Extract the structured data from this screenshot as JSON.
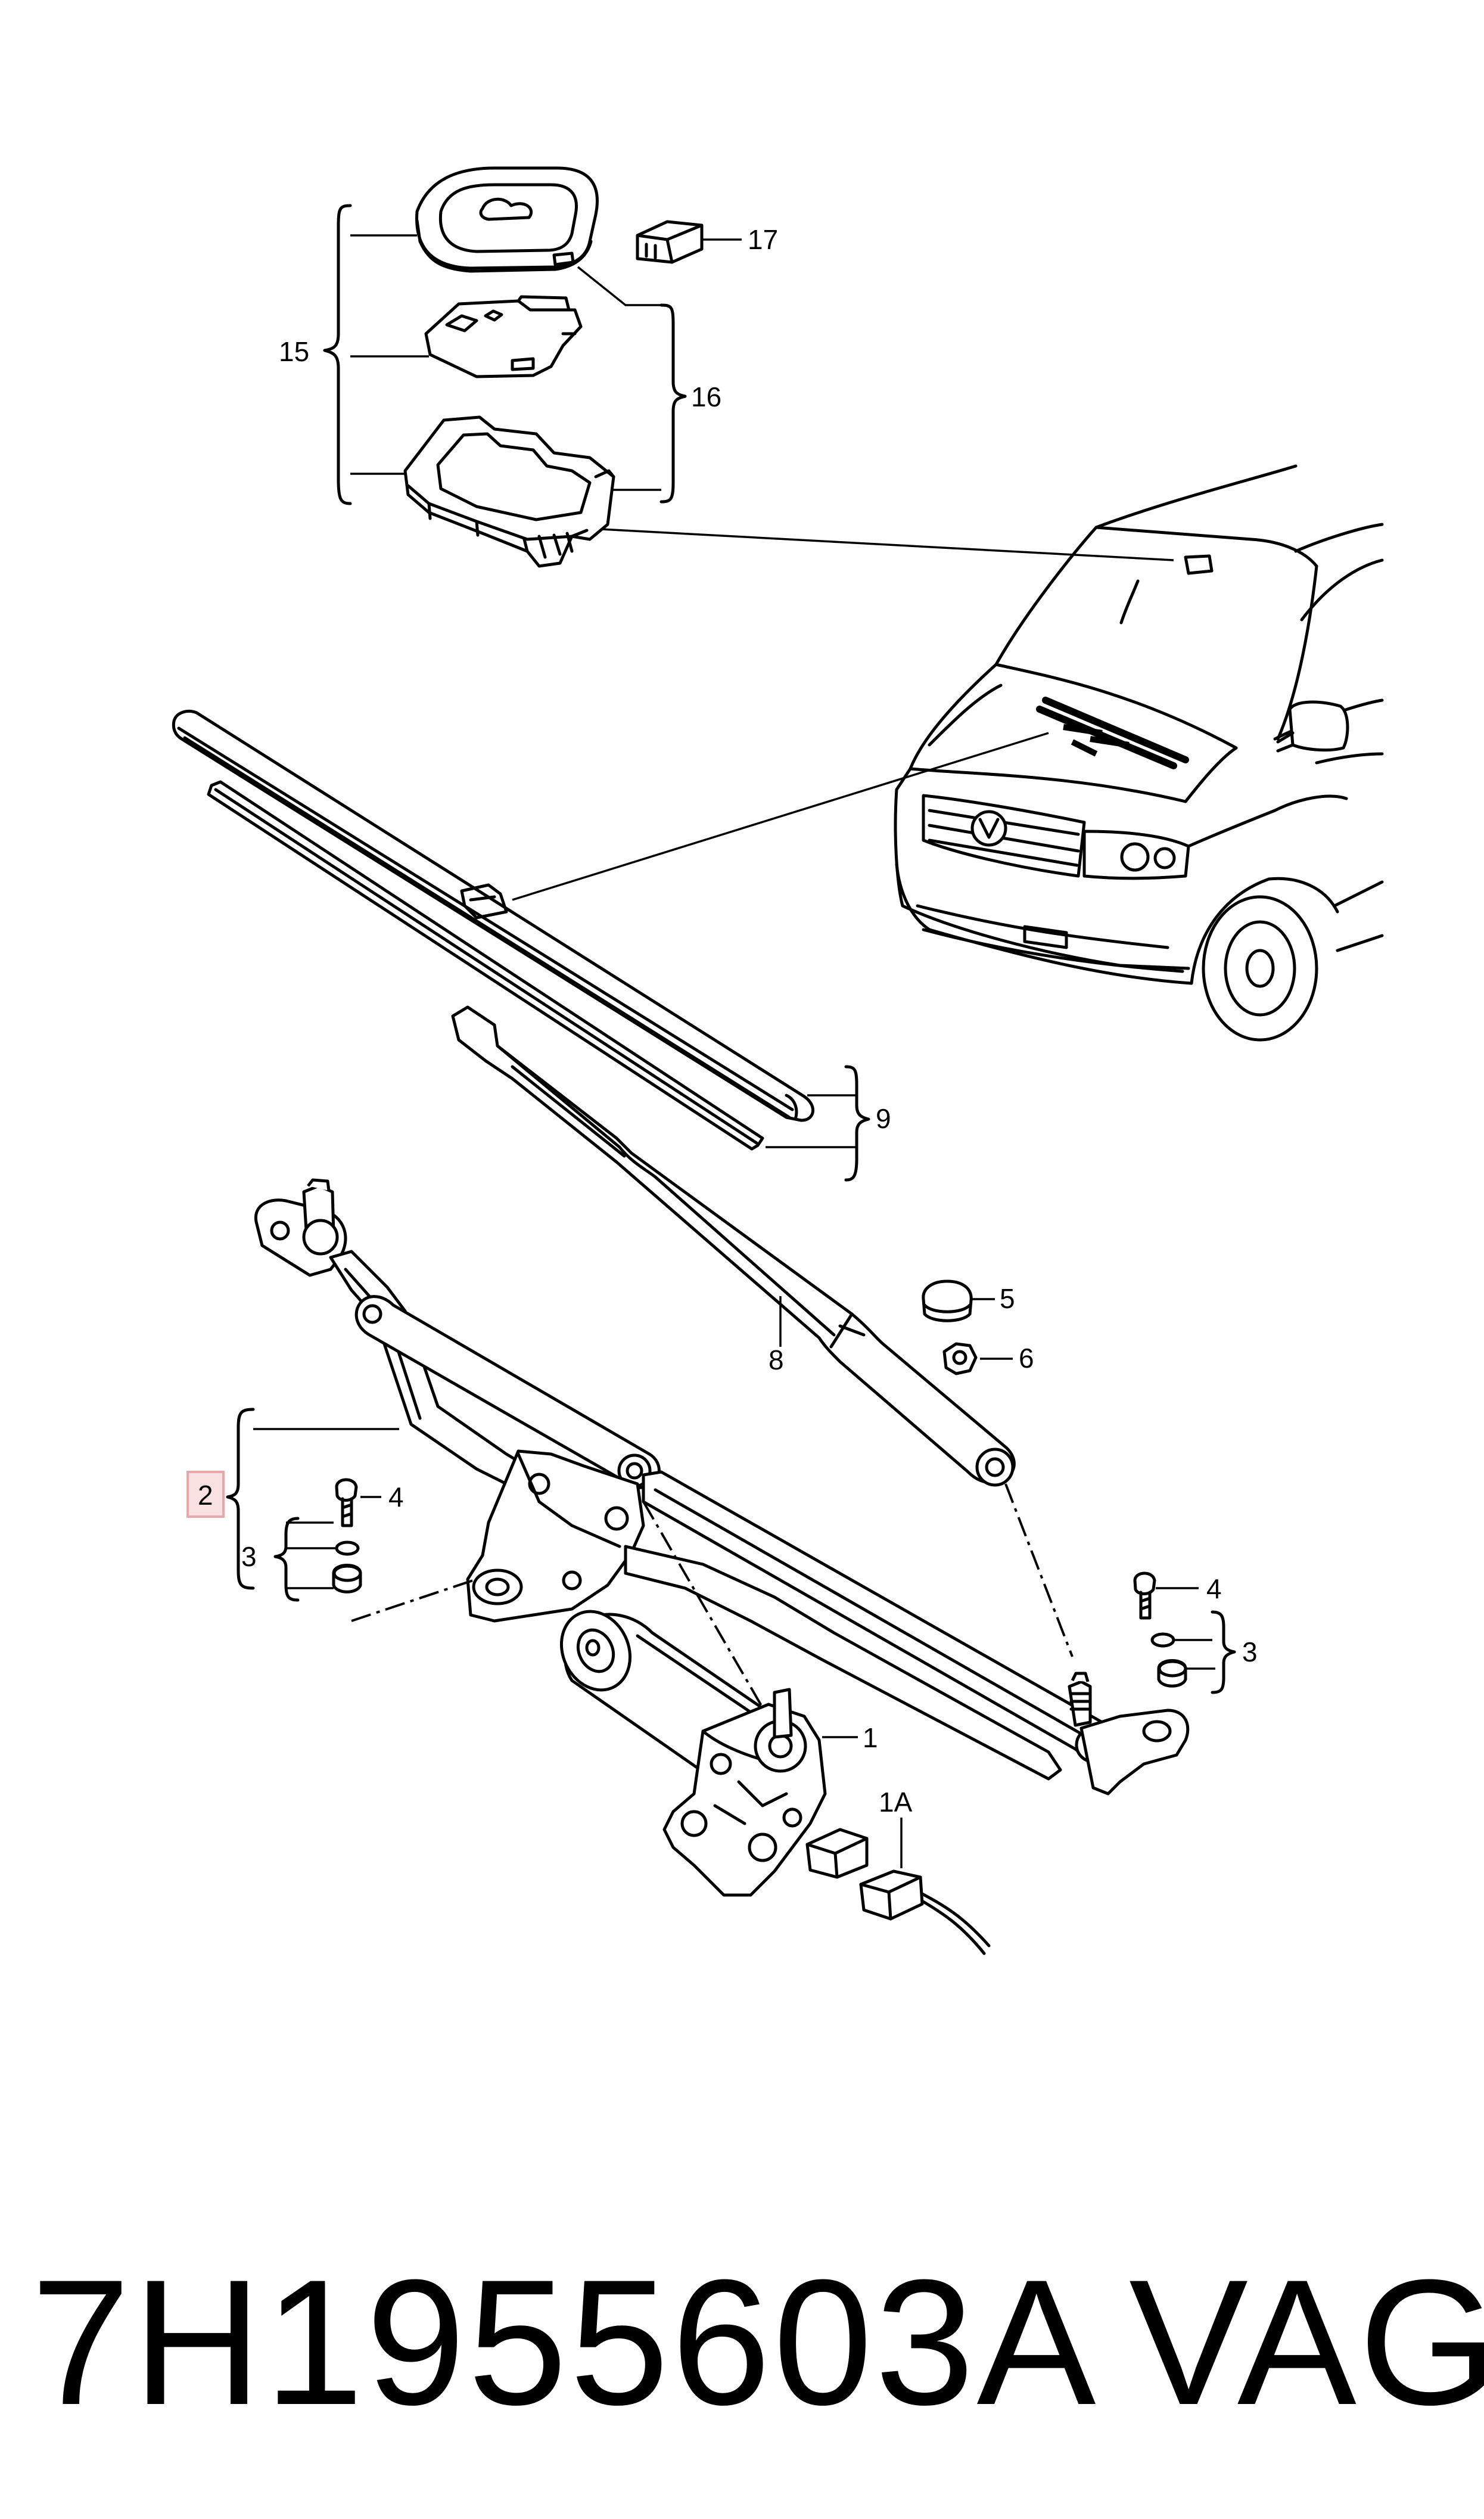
{
  "callouts": {
    "c1": "1",
    "c1a": "1A",
    "c2": "2",
    "c3_left": "3",
    "c3_right": "3",
    "c4_left": "4",
    "c4_right": "4",
    "c5": "5",
    "c6": "6",
    "c8": "8",
    "c9": "9",
    "c15": "15",
    "c16": "16",
    "c17": "17"
  },
  "footer": {
    "part_number": "7H1955603A",
    "brand": "VAG"
  },
  "colors": {
    "line": "#000000",
    "background": "#ffffff",
    "highlight_box": "#e8a8a8"
  }
}
